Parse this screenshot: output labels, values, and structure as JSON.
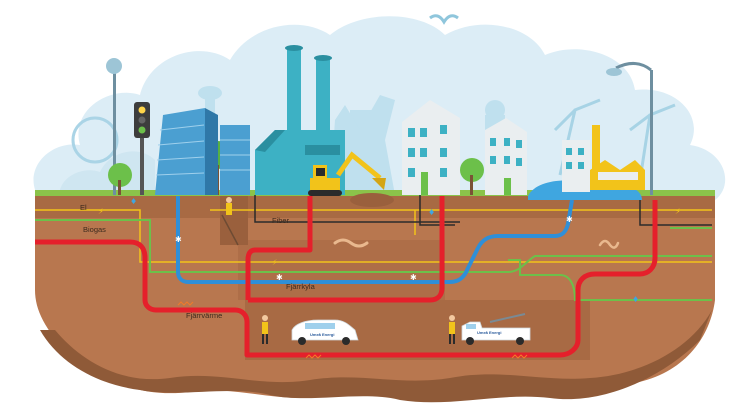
{
  "labels": {
    "el": "El",
    "biogas": "Biogas",
    "fiber": "Fiber",
    "fjarrkyla": "Fjärrkyla",
    "fjarrvarme": "Fjärrvärme"
  },
  "vehicles": {
    "car_logo": "Umeå Energi",
    "truck_logo": "Umeå Energi"
  },
  "colors": {
    "district_heating": "#e5202b",
    "district_cooling": "#2f8fd8",
    "biogas": "#6cc04a",
    "electricity": "#f2c31a",
    "fiber": "#2b2b2b",
    "soil": "#b8774f",
    "sky": "#dff0f8",
    "buildings": "#3db1c4"
  },
  "icons": [
    "traffic-light-icon",
    "street-lamp-icon",
    "excavator-icon",
    "ferris-wheel-icon",
    "crane-icon",
    "bird-icon",
    "snowflake-icon",
    "flame-icon",
    "lightning-icon",
    "worm-icon",
    "worker-icon"
  ]
}
